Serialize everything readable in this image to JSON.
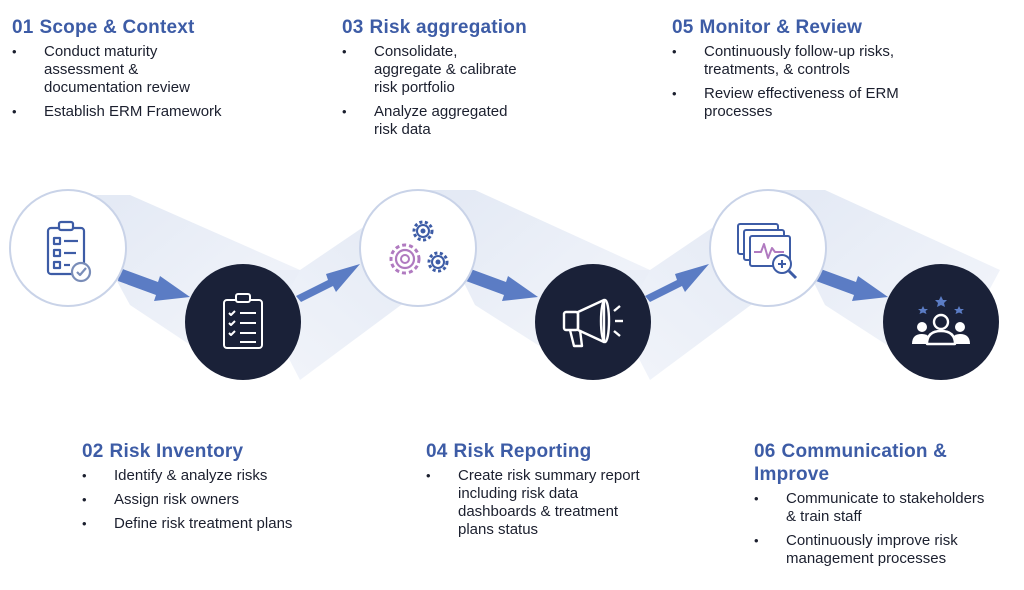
{
  "steps": [
    {
      "number": "01",
      "title": "Scope & Context",
      "bullets": [
        "Conduct maturity assessment & documentation review",
        "Establish ERM Framework"
      ]
    },
    {
      "number": "02",
      "title": "Risk Inventory",
      "bullets": [
        "Identify & analyze risks",
        "Assign risk owners",
        "Define risk treatment plans"
      ]
    },
    {
      "number": "03",
      "title": "Risk aggregation",
      "bullets": [
        "Consolidate, aggregate & calibrate risk portfolio",
        "Analyze aggregated risk data"
      ]
    },
    {
      "number": "04",
      "title": "Risk Reporting",
      "bullets": [
        "Create risk summary report including risk data dashboards & treatment plans status"
      ]
    },
    {
      "number": "05",
      "title": "Monitor & Review",
      "bullets": [
        "Continuously follow-up risks, treatments, & controls",
        "Review effectiveness of ERM processes"
      ]
    },
    {
      "number": "06",
      "title": "Communication & Improve",
      "bullets": [
        "Communicate to stakeholders & train staff",
        "Continuously improve risk management processes"
      ]
    }
  ],
  "icons": [
    "clipboard-check-icon",
    "clipboard-list-icon",
    "gears-icon",
    "megaphone-icon",
    "monitor-chart-search-icon",
    "team-stars-icon"
  ],
  "colors": {
    "title_blue": "#3d5ca6",
    "arrow_blue": "#5b7cc4",
    "dark_navy": "#1a2138",
    "band_light": "#e6ebf5",
    "circle_border": "#c9d3e8"
  }
}
